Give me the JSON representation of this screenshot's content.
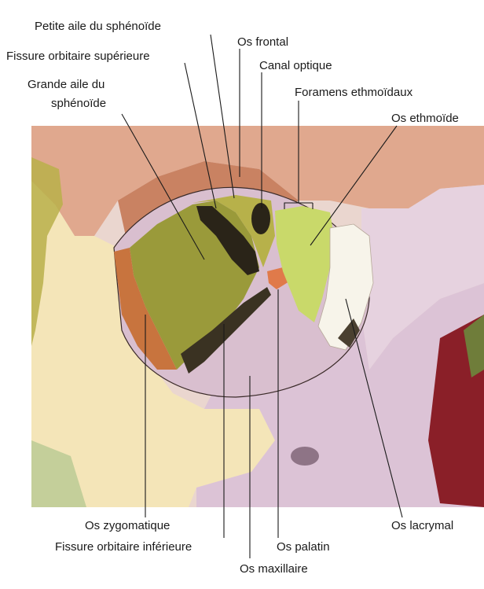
{
  "labels": {
    "petite_aile": "Petite aile du sphénoïde",
    "fissure_sup": "Fissure orbitaire supérieure",
    "grande_aile_l1": "Grande aile du",
    "grande_aile_l2": "sphénoïde",
    "os_frontal": "Os frontal",
    "canal_optique": "Canal optique",
    "foramens": "Foramens ethmoïdaux",
    "os_ethmoide": "Os ethmoïde",
    "os_zygomatique": "Os zygomatique",
    "fissure_inf": "Fissure orbitaire inférieure",
    "os_maxillaire": "Os maxillaire",
    "os_palatin": "Os palatin",
    "os_lacrymal": "Os lacrymal"
  },
  "colors": {
    "frontal": "#e0a88e",
    "zygomatic": "#f4e5b8",
    "maxillary": "#dcc3d6",
    "sphenoid_greater": "#9a9a3a",
    "ethmoid": "#c9d96a",
    "lacrimal": "#f7f4ea",
    "palatine": "#e07a4a",
    "background": "#ffffff"
  }
}
